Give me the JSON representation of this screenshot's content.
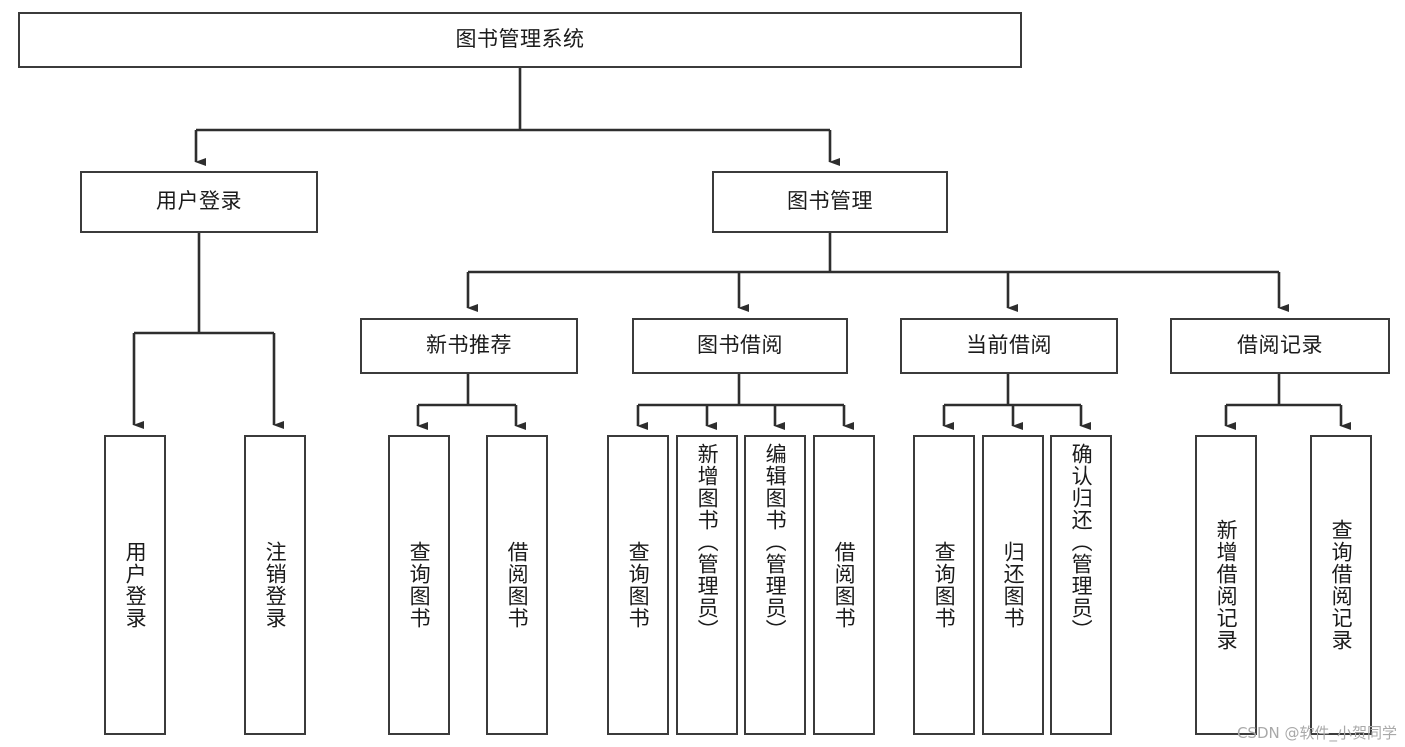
{
  "diagram": {
    "title": "图书管理系统",
    "watermark": "CSDN @软件_小贺同学",
    "colors": {
      "box_border": "#3b3b3b",
      "connector": "#2e2e2e",
      "background": "#ffffff",
      "watermark": "#a9a9a9"
    },
    "levels": {
      "root": {
        "label": "图书管理系统"
      },
      "level2": [
        {
          "label": "用户登录"
        },
        {
          "label": "图书管理"
        }
      ],
      "level3": [
        {
          "label": "新书推荐"
        },
        {
          "label": "图书借阅"
        },
        {
          "label": "当前借阅"
        },
        {
          "label": "借阅记录"
        }
      ],
      "leaves": {
        "user_login": [
          {
            "label": "用户登录"
          },
          {
            "label": "注销登录"
          }
        ],
        "new_book_recommend": [
          {
            "label": "查询图书"
          },
          {
            "label": "借阅图书"
          }
        ],
        "book_borrow": [
          {
            "label": "查询图书"
          },
          {
            "label": "新增图书（管理员）"
          },
          {
            "label": "编辑图书（管理员）"
          },
          {
            "label": "借阅图书"
          }
        ],
        "current_borrow": [
          {
            "label": "查询图书"
          },
          {
            "label": "归还图书"
          },
          {
            "label": "确认归还（管理员）"
          }
        ],
        "borrow_record": [
          {
            "label": "新增借阅记录"
          },
          {
            "label": "查询借阅记录"
          }
        ]
      }
    }
  }
}
